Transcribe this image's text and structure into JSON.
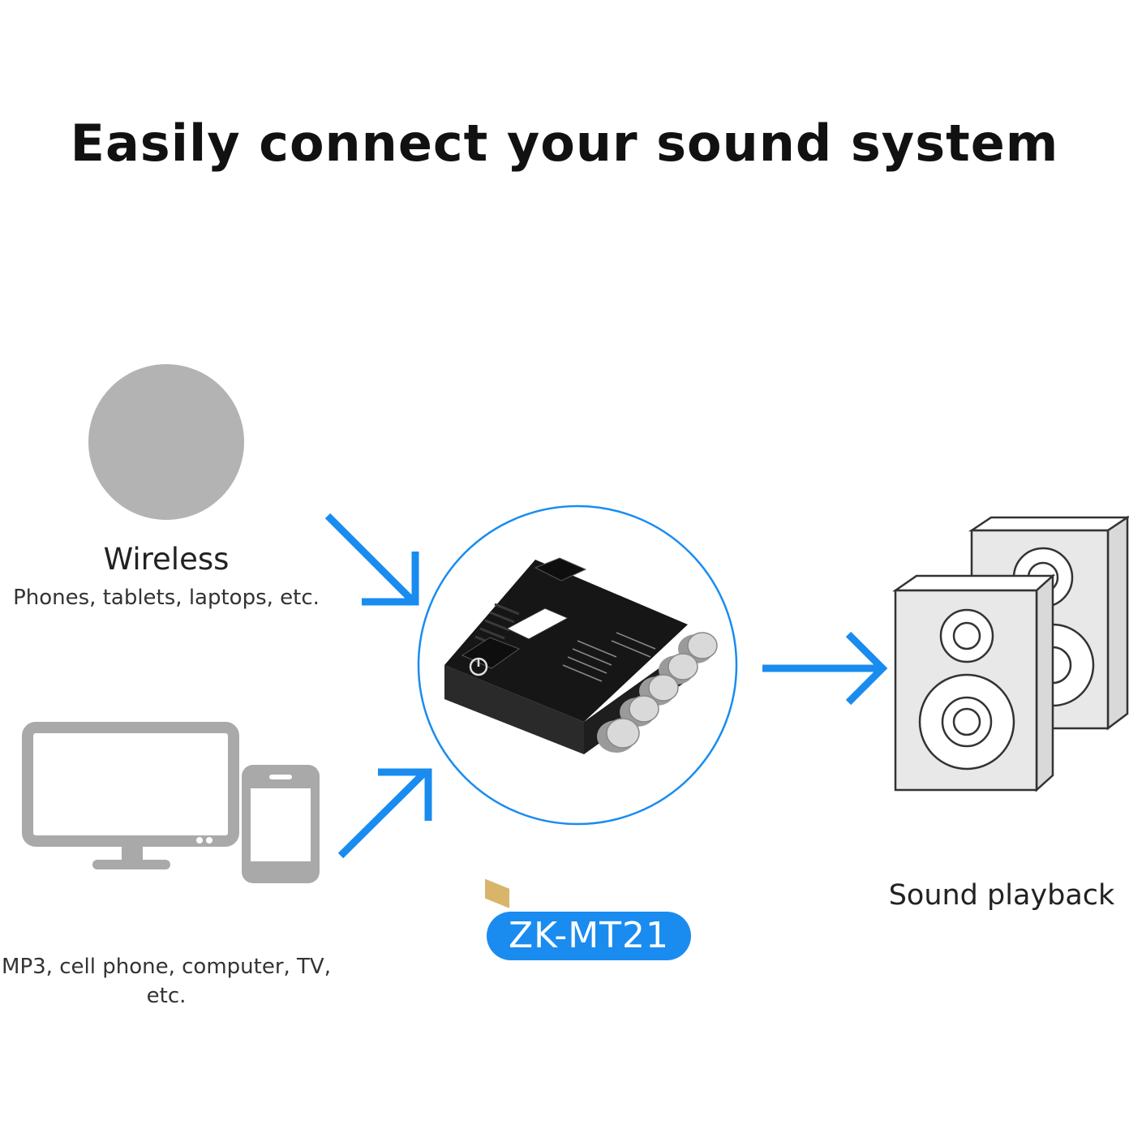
{
  "title": "Easily connect your sound system",
  "sources": {
    "wireless": {
      "title": "Wireless",
      "subtitle": "Phones, tablets, laptops, etc.",
      "icon": "wireless-disc-icon"
    },
    "wired": {
      "subtitle": "MP3, cell phone, computer, TV, etc.",
      "icons": [
        "monitor-icon",
        "phone-icon"
      ]
    }
  },
  "device": {
    "model": "ZK-MT21",
    "icon": "amplifier-board-icon"
  },
  "output": {
    "label": "Sound playback",
    "icon": "speakers-icon"
  },
  "colors": {
    "accent": "#1a8cf0",
    "icon_gray": "#a9a9a9",
    "circle_gray": "#b3b3b3",
    "board": "#161616"
  }
}
